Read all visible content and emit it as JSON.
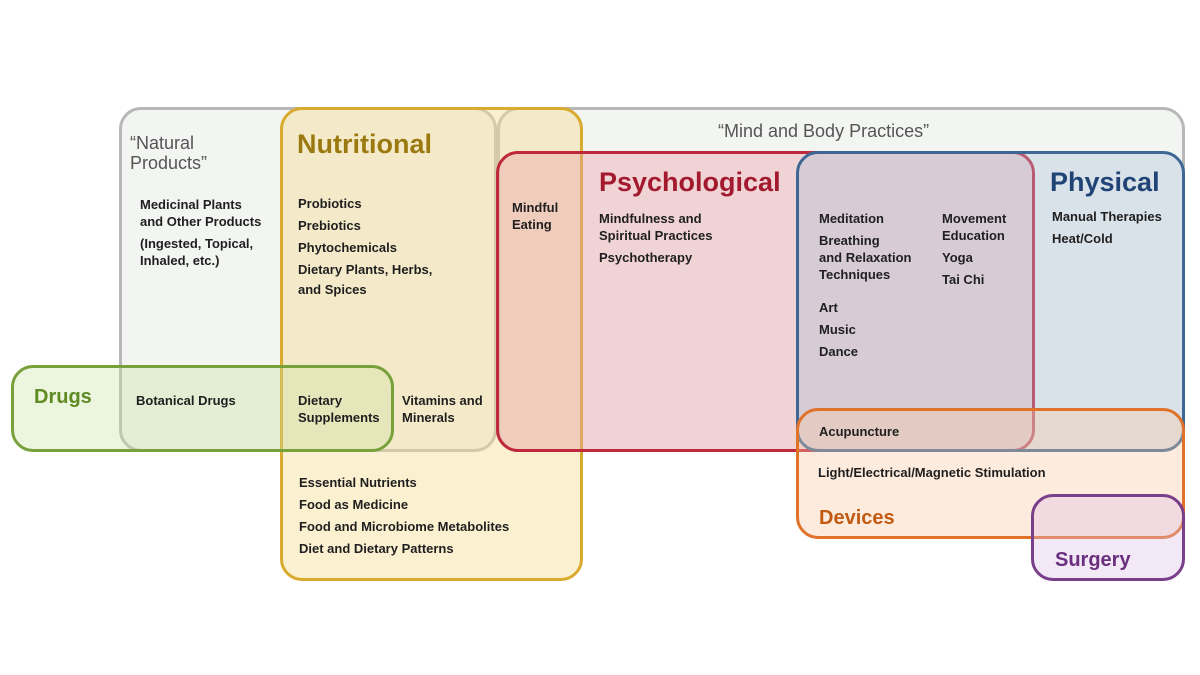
{
  "colors": {
    "natural": "#b8b8b8",
    "natural_fill": "#f3f5f2",
    "mind_body": "#b8b8b8",
    "nutritional": "#d8aa2e",
    "nutritional_fill": "rgba(246,222,150,0.45)",
    "nutritional_title": "#9a7a10",
    "psychological": "#c0283c",
    "psychological_fill": "rgba(236,160,170,0.40)",
    "psychological_title": "#a31a2e",
    "physical": "#3e6796",
    "physical_fill": "rgba(170,190,218,0.35)",
    "physical_title": "#1f4475",
    "drugs": "#78a13c",
    "drugs_fill": "rgba(200,225,160,0.35)",
    "drugs_title": "#5e8a22",
    "devices": "#e0722a",
    "devices_fill": "rgba(250,200,160,0.35)",
    "devices_title": "#c25a12",
    "surgery": "#7a3f8a",
    "surgery_fill": "rgba(220,190,230,0.35)",
    "surgery_title": "#6a2f7e"
  },
  "natural_products": {
    "title": "“Natural\nProducts”",
    "items": "Medicinal Plants\nand Other Products",
    "note": "(Ingested, Topical,\nInhaled, etc.)",
    "botanical_drugs": "Botanical Drugs"
  },
  "nutritional": {
    "title": "Nutritional",
    "items": "Probiotics\nPrebiotics\nPhytochemicals\nDietary Plants, Herbs,",
    "items_cont": "and Spices",
    "dietary_supplements": "Dietary\nSupplements",
    "vitamins": "Vitamins and\nMinerals",
    "bottom_items": "Essential Nutrients\nFood as Medicine\nFood and Microbiome Metabolites\nDiet and Dietary Patterns"
  },
  "mindful_eating": "Mindful\nEating",
  "mind_body": {
    "title": "“Mind and Body Practices”"
  },
  "psychological": {
    "title": "Psychological",
    "items": "Mindfulness and\nSpiritual Practices",
    "psychotherapy": "Psychotherapy"
  },
  "overlap_psych_phys": {
    "meditation": "Meditation",
    "breathing": "Breathing\nand Relaxation\nTechniques",
    "movement": "Movement\nEducation",
    "yoga": "Yoga",
    "tai_chi": "Tai Chi",
    "arts": "Art\nMusic\nDance"
  },
  "physical": {
    "title": "Physical",
    "items": "Manual Therapies\nHeat/Cold"
  },
  "drugs": {
    "title": "Drugs"
  },
  "acupuncture": "Acupuncture",
  "stimulation": "Light/Electrical/Magnetic Stimulation",
  "devices": {
    "title": "Devices"
  },
  "surgery": {
    "title": "Surgery"
  }
}
